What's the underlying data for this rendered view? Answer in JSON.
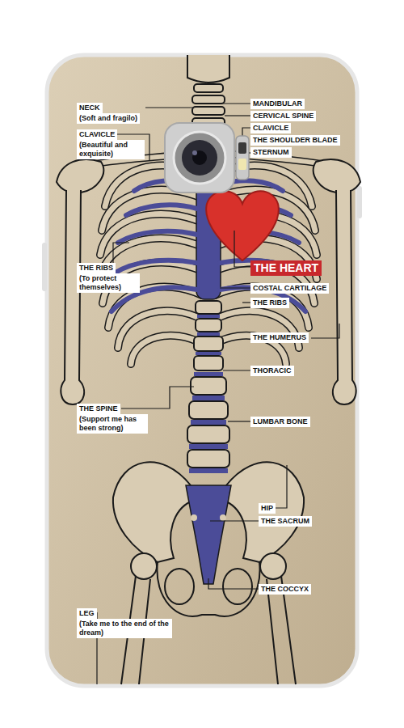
{
  "diagram": {
    "labels": [
      "NECK",
      "(Soft and fragilo)",
      "CLAVICLE",
      "(Beautiful and exquisite)",
      "THE RIBS",
      "(To protect themselves)",
      "THE SPINE",
      "(Support me has been strong)",
      "LEG",
      "(Take me to the end of the dream)",
      "MANDIBULAR",
      "CERVICAL SPINE",
      "CLAVICLE",
      "THE SHOULDER BLADE",
      "STERNUM",
      "THE HEART",
      "COSTAL CARTILAGE",
      "THE RIBS",
      "THE HUMERUS",
      "THORACIC",
      "LUMBAR BONE",
      "HIP",
      "THE SACRUM",
      "THE COCCYX"
    ]
  }
}
